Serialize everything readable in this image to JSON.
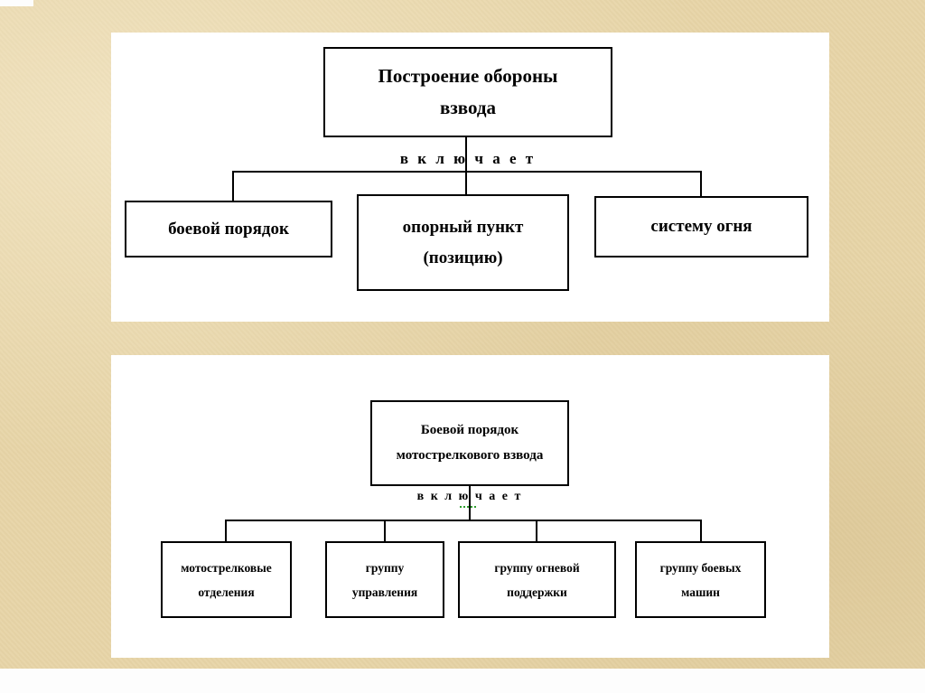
{
  "slide": {
    "colors": {
      "background": "#e7d5a8",
      "panel": "#ffffff",
      "line": "#000000",
      "text": "#000000",
      "bottom_strip": "#fdfdfd",
      "spellcheck_squiggle": "#2f9e2f"
    }
  },
  "diagram1": {
    "root": "Построение обороны взвода",
    "connector_label": "в к л ю ч а е т",
    "children": [
      "боевой порядок",
      "опорный пункт (позицию)",
      "систему огня"
    ]
  },
  "diagram2": {
    "root": "Боевой порядок мотострелкового взвода",
    "connector_label": "в к л ю ч а е т",
    "children": [
      "мотострелковые отделения",
      "группу управления",
      "группу огневой поддержки",
      "группу боевых машин"
    ]
  }
}
